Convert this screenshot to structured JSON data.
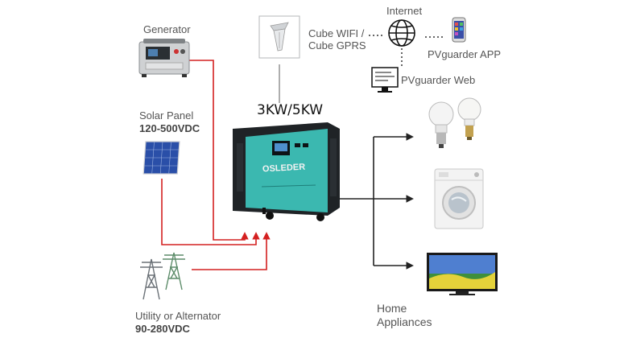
{
  "labels": {
    "generator": "Generator",
    "solar_panel": "Solar Panel",
    "solar_voltage": "120-500VDC",
    "utility": "Utility or Alternator",
    "utility_voltage": "90-280VDC",
    "power_rating": "3KW/5KW",
    "cube_wifi_line1": "Cube WIFI /",
    "cube_wifi_line2": "Cube GPRS",
    "internet": "Internet",
    "app": "PVguarder APP",
    "web": "PVguarder Web",
    "home_line1": "Home",
    "home_line2": "Appliances",
    "brand": "OSLEDER"
  },
  "colors": {
    "input_line": "#d42020",
    "output_line": "#222222",
    "cabinet": "#3bb8b0",
    "cabinet_dark": "#1f2326",
    "solar_blue": "#2a4fa8"
  },
  "icons": [
    "generator-icon",
    "solar-panel-icon",
    "power-tower-icon",
    "inverter-cabinet-icon",
    "wifi-dongle-icon",
    "globe-icon",
    "smartphone-icon",
    "monitor-icon",
    "light-bulb-icon",
    "washing-machine-icon",
    "television-icon"
  ]
}
